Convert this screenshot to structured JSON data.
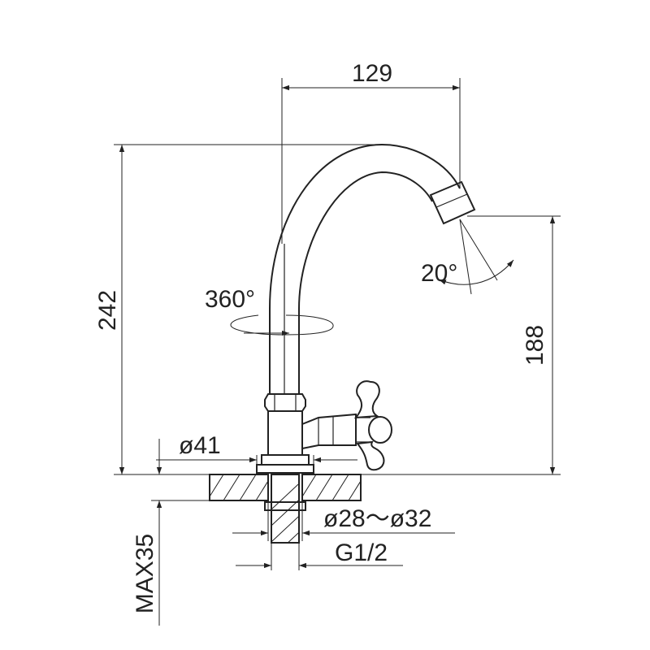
{
  "dimensions": {
    "width_top": "129",
    "height_total": "242",
    "height_spout": "188",
    "rotation": "360°",
    "spout_angle": "20°",
    "base_diameter": "ø41",
    "hole_diameter": "ø28～ø32",
    "thread": "G1/2",
    "max_thickness": "MAX35"
  }
}
